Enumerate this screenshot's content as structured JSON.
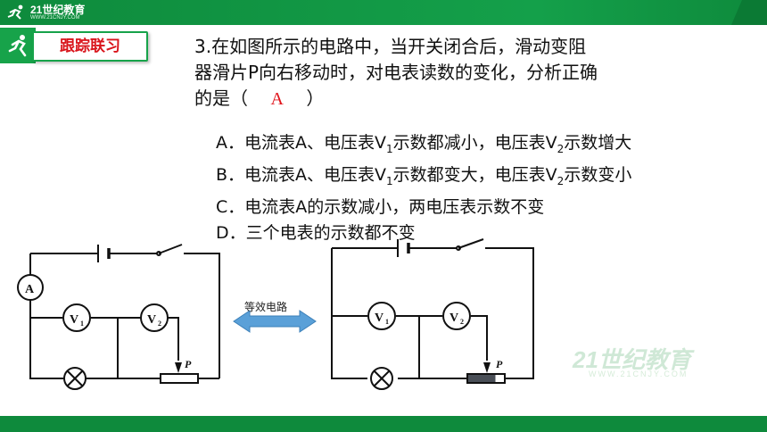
{
  "brand": {
    "name": "21世纪教育",
    "sub": "WWW.21CNJY.COM"
  },
  "badge": {
    "label": "跟踪联习"
  },
  "question": {
    "line1": "3.在如图所示的电路中，当开关闭合后，滑动变阻",
    "line2": "器滑片P向右移动时，对电表读数的变化，分析正确",
    "line3_prefix": "的是（",
    "answer": "A",
    "line3_suffix": "）"
  },
  "options": {
    "a": {
      "p1": "A．电流表A、电压表V",
      "s1": "1",
      "p2": "示数都减小，电压表V",
      "s2": "2",
      "p3": "示数增大"
    },
    "b": {
      "p1": "B．电流表A、电压表V",
      "s1": "1",
      "p2": "示数都变大，电压表V",
      "s2": "2",
      "p3": "示数变小"
    },
    "c": "C．电流表A的示数减小，两电压表示数不变",
    "d": "D．三个电表的示数都不变"
  },
  "diagram": {
    "equivalent_label": "等效电路",
    "ammeter": "A",
    "v1": "V",
    "v1_sub": "1",
    "v2": "V",
    "v2_sub": "2",
    "slider": "P"
  },
  "watermark": {
    "text": "21世纪教育",
    "sub": "WWW.21CNJY.COM"
  },
  "colors": {
    "green": "#17a34a",
    "red": "#d9141b",
    "arrow": "#5aa0d8"
  }
}
